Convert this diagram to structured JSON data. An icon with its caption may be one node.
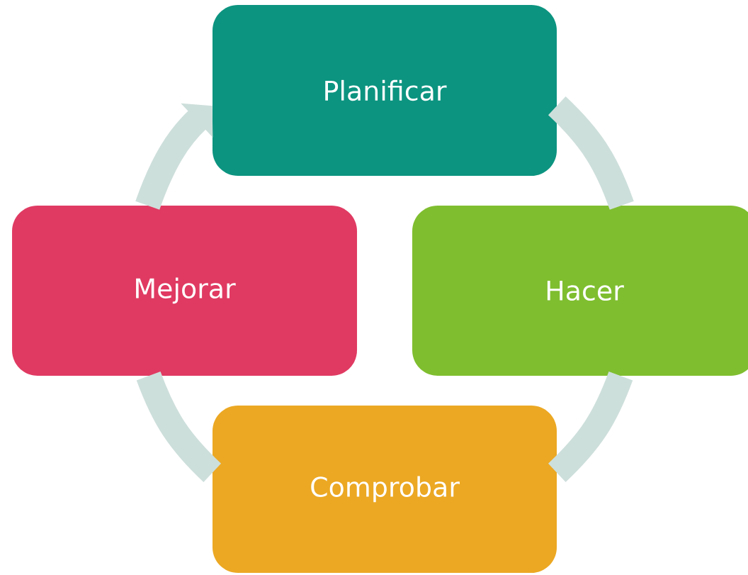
{
  "diagram": {
    "nodes": [
      {
        "text": [
          "Planificar"
        ]
      },
      {
        "text": [
          "Hacer"
        ]
      },
      {
        "text": [
          "Comprobar"
        ]
      },
      {
        "text": [
          "Mejorar"
        ]
      }
    ],
    "edges": [
      {
        "from": 0,
        "to": 1,
        "arrow": "none"
      },
      {
        "from": 1,
        "to": 2,
        "arrow": "none"
      },
      {
        "from": 2,
        "to": 3,
        "arrow": "none"
      },
      {
        "from": 3,
        "to": 0,
        "arrow": "to"
      }
    ]
  }
}
